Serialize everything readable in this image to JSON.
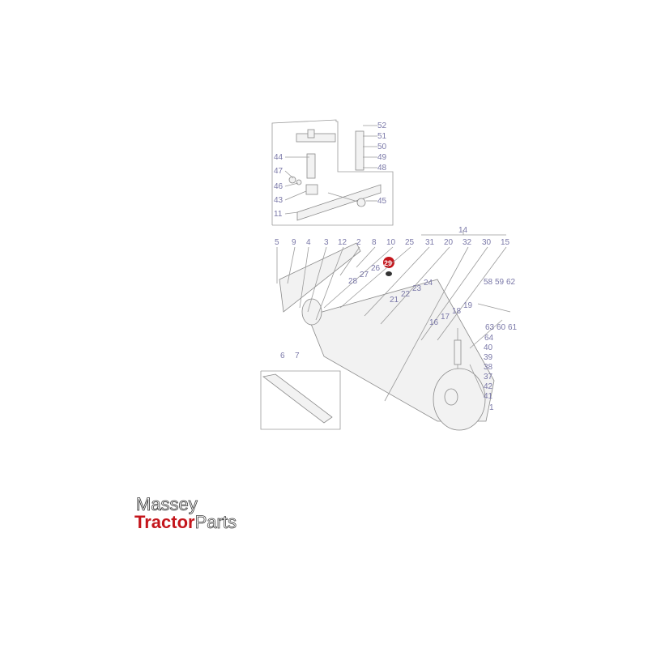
{
  "diagram": {
    "highlight_color": "#c4161c",
    "label_color": "#7a78a8",
    "highlighted_part": "29",
    "inset_labels": [
      "52",
      "51",
      "50",
      "49",
      "48",
      "44",
      "47",
      "46",
      "43",
      "45",
      "11"
    ],
    "main_labels": {
      "top_row": [
        "5",
        "9",
        "4",
        "3",
        "12",
        "2",
        "8",
        "10",
        "25",
        "31",
        "20",
        "32",
        "30",
        "15"
      ],
      "group_14": "14",
      "group_26": [
        "28",
        "27",
        "26"
      ],
      "group_21": [
        "21",
        "22",
        "23",
        "24"
      ],
      "group_16": [
        "16",
        "17",
        "18",
        "19"
      ],
      "group_58": [
        "58",
        "59",
        "62"
      ],
      "group_63": [
        "63",
        "60",
        "61"
      ],
      "right_stack": [
        "64",
        "40",
        "39",
        "38",
        "37",
        "42",
        "41",
        "1"
      ],
      "bottom_left": [
        "6",
        "7"
      ]
    }
  },
  "logo": {
    "line1": "Massey",
    "line2a": "Tractor",
    "line2b": "Parts"
  }
}
